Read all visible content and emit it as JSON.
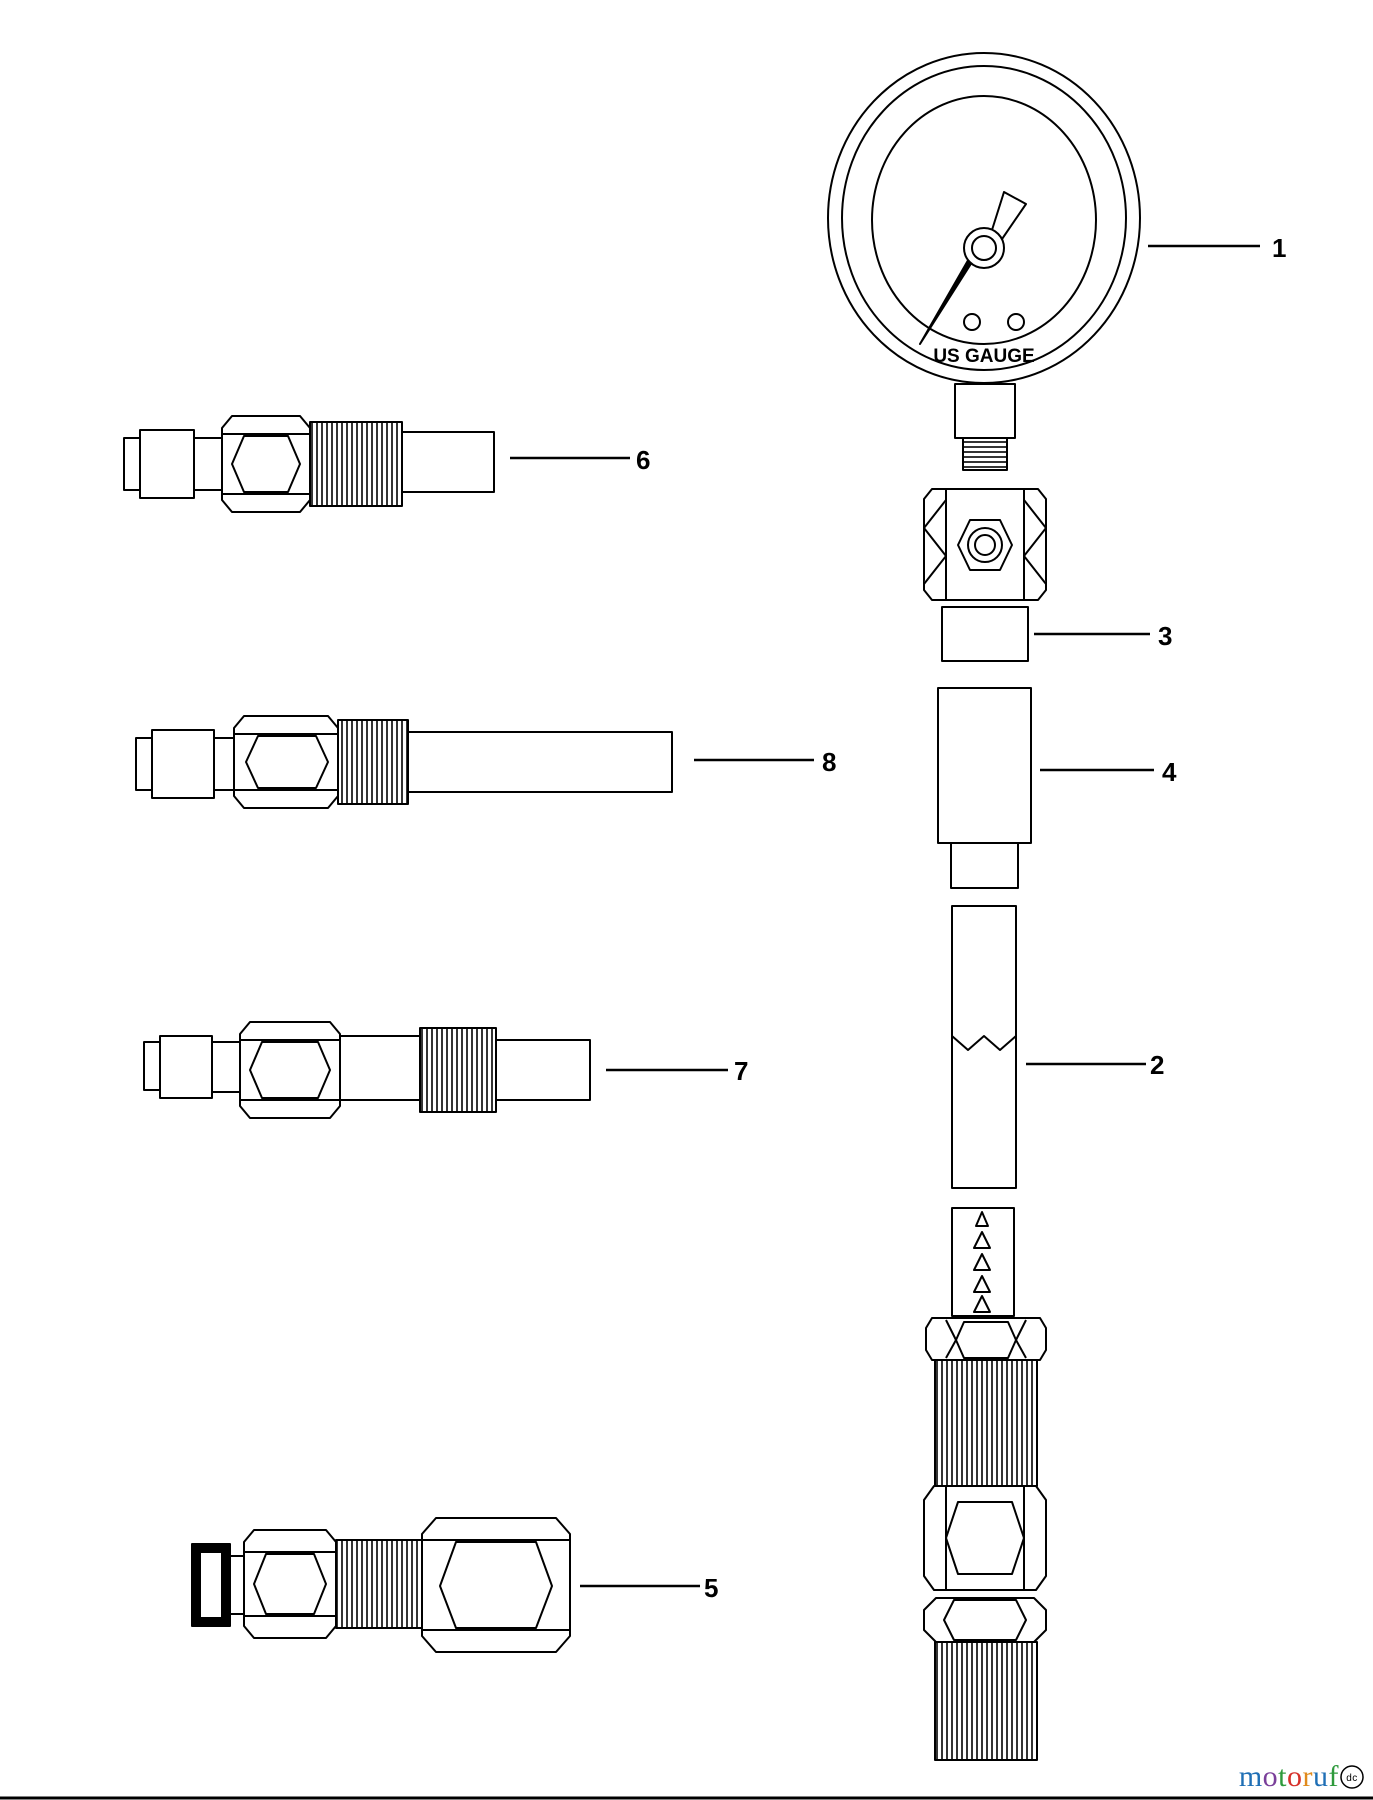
{
  "gauge": {
    "label": "US GAUGE"
  },
  "callouts": [
    {
      "id": "1",
      "label": "1"
    },
    {
      "id": "2",
      "label": "2"
    },
    {
      "id": "3",
      "label": "3"
    },
    {
      "id": "4",
      "label": "4"
    },
    {
      "id": "5",
      "label": "5"
    },
    {
      "id": "6",
      "label": "6"
    },
    {
      "id": "7",
      "label": "7"
    },
    {
      "id": "8",
      "label": "8"
    }
  ],
  "watermark": {
    "letters": [
      "m",
      "o",
      "t",
      "o",
      "r",
      "u",
      "f"
    ],
    "colors": [
      "#1f6fb5",
      "#7a3f9a",
      "#2e9a3c",
      "#d6302a",
      "#e08a1c",
      "#1f6fb5",
      "#2e9a3c"
    ],
    "badge": "dc"
  }
}
